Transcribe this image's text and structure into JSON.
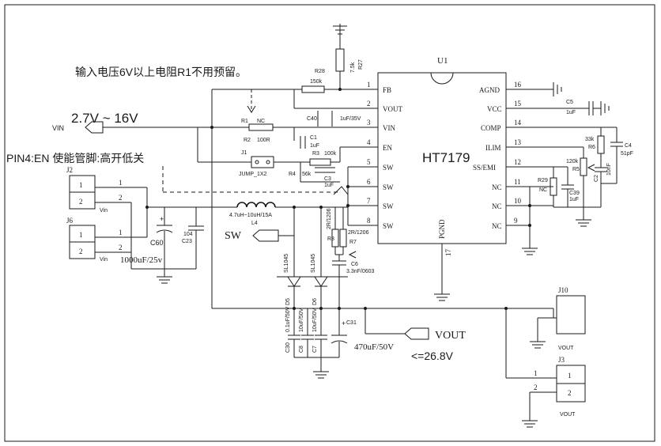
{
  "notes": {
    "r1_note": "输入电压6V以上电阻R1不用预留。",
    "vin_range": "2.7V ~ 16V",
    "en_note": "PIN4:EN 使能管脚:高开低关",
    "vout_max": "<=26.8V"
  },
  "ic": {
    "ref": "U1",
    "name": "HT7179",
    "pgnd": "PGND",
    "pgnd_pin": "17",
    "left_pins": [
      {
        "num": "1",
        "name": "FB"
      },
      {
        "num": "2",
        "name": "VOUT"
      },
      {
        "num": "3",
        "name": "VIN"
      },
      {
        "num": "4",
        "name": "EN"
      },
      {
        "num": "5",
        "name": "SW"
      },
      {
        "num": "6",
        "name": "SW"
      },
      {
        "num": "7",
        "name": "SW"
      },
      {
        "num": "8",
        "name": "SW"
      }
    ],
    "right_pins": [
      {
        "num": "16",
        "name": "AGND"
      },
      {
        "num": "15",
        "name": "VCC"
      },
      {
        "num": "14",
        "name": "COMP"
      },
      {
        "num": "13",
        "name": "ILIM"
      },
      {
        "num": "12",
        "name": "SS/EMI"
      },
      {
        "num": "11",
        "name": "NC"
      },
      {
        "num": "10",
        "name": "NC"
      },
      {
        "num": "9",
        "name": "NC"
      }
    ]
  },
  "nets": {
    "vin": "VIN",
    "sw": "SW",
    "vout": "VOUT"
  },
  "components": {
    "r28": {
      "ref": "R28",
      "value": "150k"
    },
    "r27": {
      "ref": "R27",
      "value": "7.5k"
    },
    "c40": {
      "ref": "C40",
      "value": "1uF/35V"
    },
    "r1": {
      "ref": "R1",
      "value": "NC"
    },
    "r2": {
      "ref": "R2",
      "value": "100R"
    },
    "c1": {
      "ref": "C1",
      "value": "1uF"
    },
    "j1": {
      "ref": "J1",
      "value": "JUMP_1X2"
    },
    "r3": {
      "ref": "R3",
      "value": "100k"
    },
    "r4": {
      "ref": "R4",
      "value": "56k"
    },
    "c3": {
      "ref": "C3",
      "value": "1uF"
    },
    "l4": {
      "ref": "L4",
      "value": "4.7uH~10uH/15A"
    },
    "c60": {
      "ref": "C60",
      "value": "1000uF/25v"
    },
    "c23": {
      "ref": "C23",
      "value": "104"
    },
    "r8": {
      "ref": "R8",
      "value": "2R/1206"
    },
    "r7": {
      "ref": "R7",
      "value": "2R/1206"
    },
    "c6": {
      "ref": "C6",
      "value": "3.3nF/0603"
    },
    "d5": {
      "ref": "D5",
      "value": "SL1045"
    },
    "d6": {
      "ref": "D6",
      "value": "SL1045"
    },
    "c5": {
      "ref": "C5",
      "value": "1uF"
    },
    "r6": {
      "ref": "R6",
      "value": "33k"
    },
    "c4": {
      "ref": "C4",
      "value": "51pF"
    },
    "r5": {
      "ref": "R5",
      "value": "120k"
    },
    "r29": {
      "ref": "R29",
      "value": "NC"
    },
    "c39": {
      "ref": "C39",
      "value": "1uF"
    },
    "c2": {
      "ref": "C2",
      "value": "10nF"
    },
    "c30": {
      "ref": "C30",
      "value": "0.1uF/50V"
    },
    "c8": {
      "ref": "C8",
      "value": "10uF/50V"
    },
    "c7": {
      "ref": "C7",
      "value": "10uF/50V"
    },
    "c31": {
      "ref": "C31",
      "value": "470uF/50V"
    }
  },
  "connectors": {
    "j2": {
      "ref": "J2",
      "pins": [
        "1",
        "2"
      ],
      "pin_nums": [
        "1",
        "2"
      ],
      "label": "Vin"
    },
    "j6": {
      "ref": "J6",
      "pins": [
        "1",
        "2"
      ],
      "pin_nums": [
        "1",
        "2"
      ],
      "label": "Vin"
    },
    "j10": {
      "ref": "J10",
      "label": "VOUT"
    },
    "j3": {
      "ref": "J3",
      "pins": [
        "1",
        "2"
      ],
      "pin_nums": [
        "1",
        "2"
      ],
      "label": "VOUT"
    }
  }
}
